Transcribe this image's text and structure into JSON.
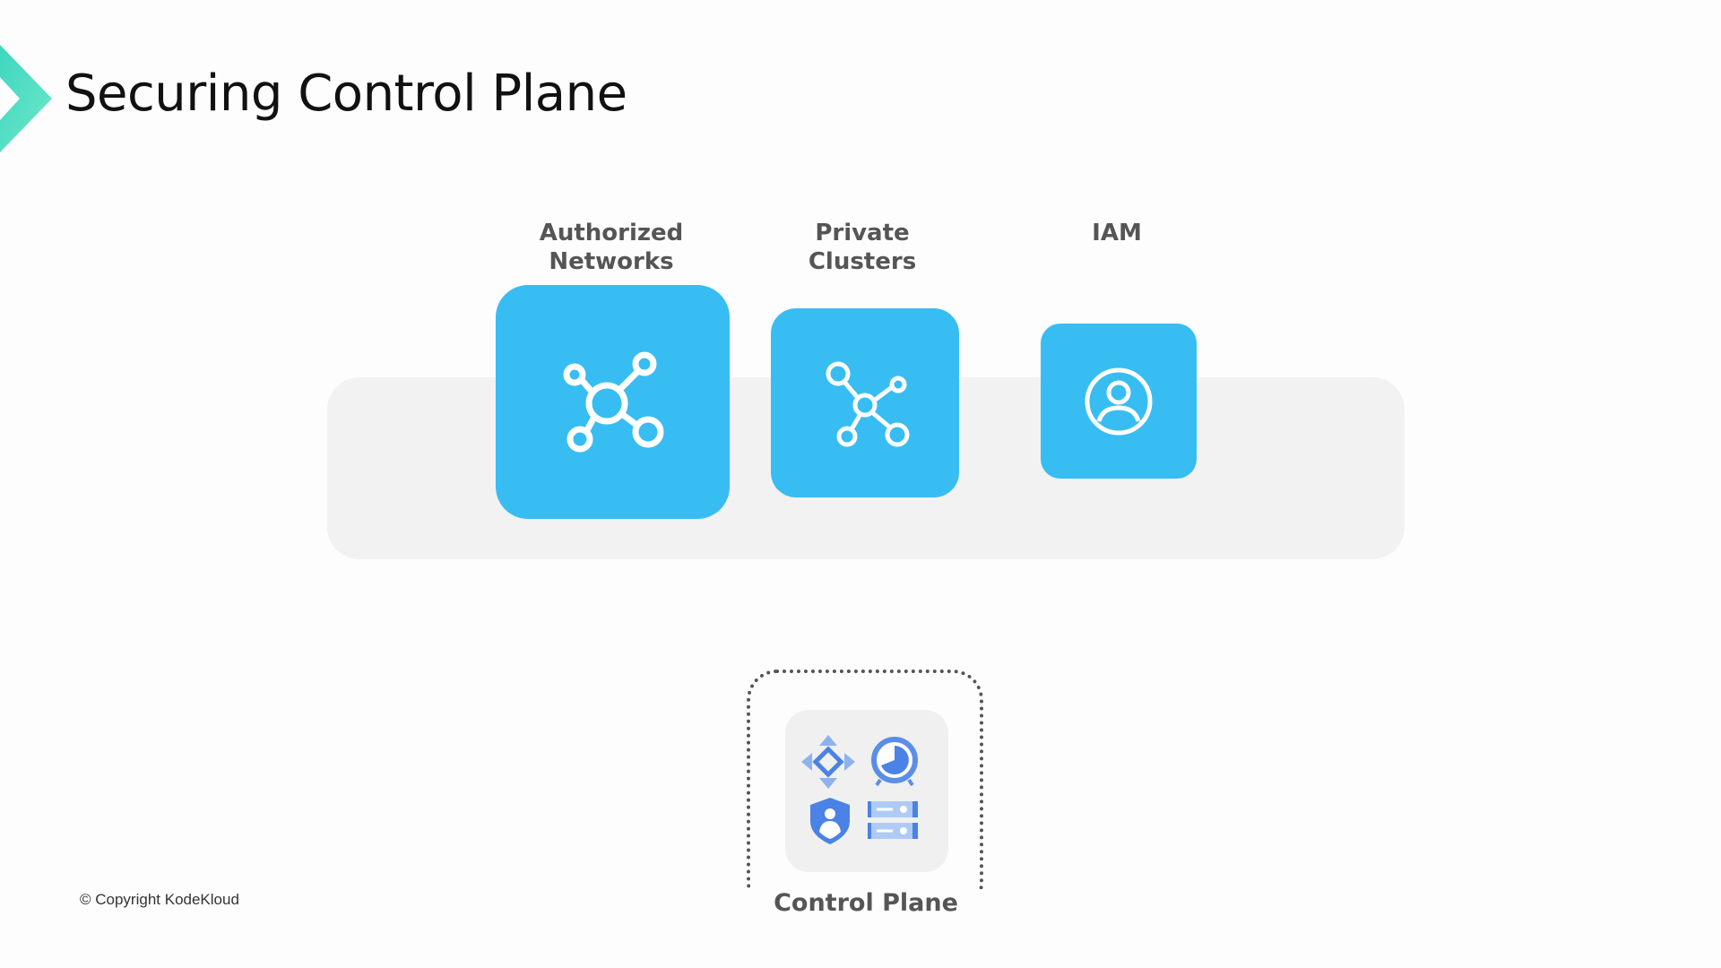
{
  "slide": {
    "title": "Securing Control Plane",
    "copyright": "© Copyright KodeKloud"
  },
  "features": [
    {
      "label": "Authorized Networks",
      "icon": "hub-network-icon"
    },
    {
      "label": "Private Clusters",
      "icon": "cluster-network-icon"
    },
    {
      "label": "IAM",
      "icon": "user-circle-icon"
    }
  ],
  "control_plane": {
    "label": "Control Plane",
    "icons": [
      "api-arrows-icon",
      "scheduler-clock-icon",
      "security-shield-icon",
      "storage-server-icon"
    ]
  },
  "colors": {
    "card": "#38bdf2",
    "accent_teal": "#3ed6c0",
    "gcp_blue": "#4a82e6"
  }
}
